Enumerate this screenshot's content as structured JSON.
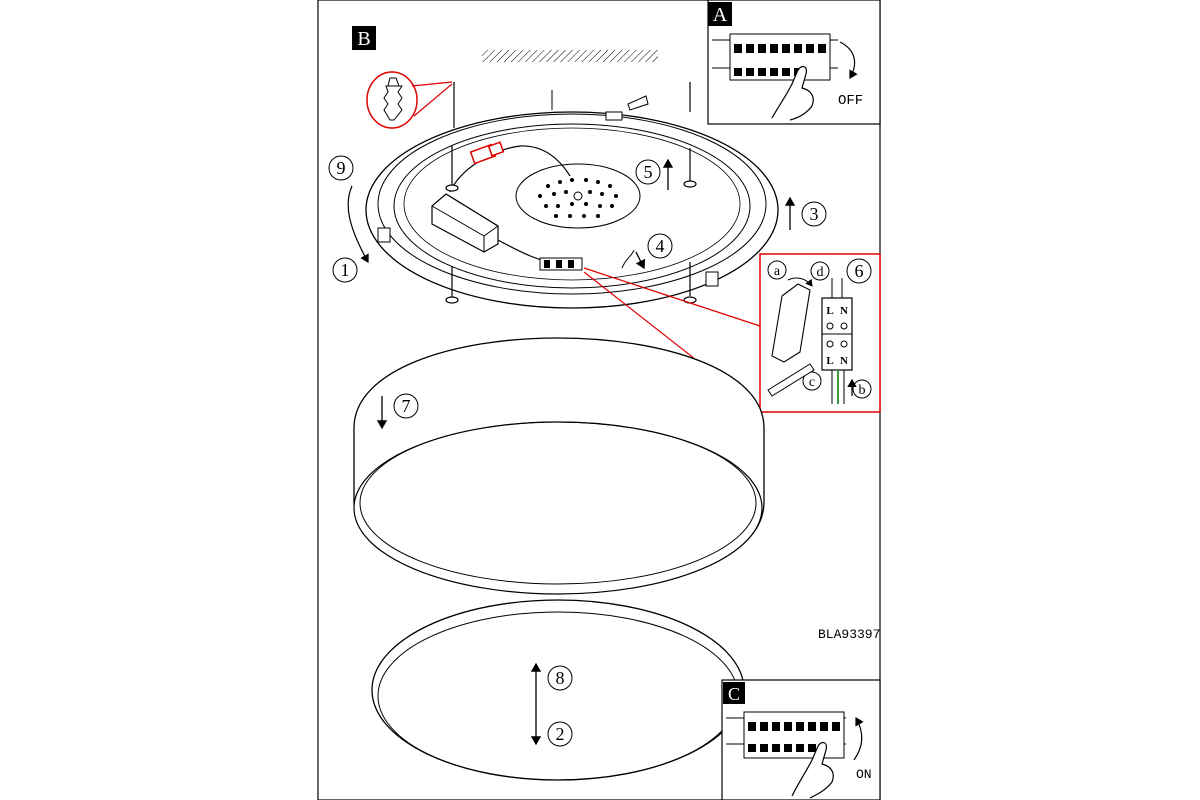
{
  "panels": {
    "main": {
      "tag": "B"
    },
    "off_panel": {
      "tag": "A",
      "caption": "OFF"
    },
    "on_panel": {
      "tag": "C",
      "caption": "ON"
    }
  },
  "steps": {
    "s1": "1",
    "s2": "2",
    "s3": "3",
    "s4": "4",
    "s5": "5",
    "s6": "6",
    "s7": "7",
    "s8": "8",
    "s9": "9"
  },
  "detail_steps": {
    "a": "a",
    "b": "b",
    "c": "c",
    "d": "d"
  },
  "terminal_labels": {
    "l_top": "L",
    "n_top": "N",
    "l_bottom": "L",
    "n_bottom": "N"
  },
  "model_code": "BLA93397",
  "colors": {
    "highlight": "#e00000",
    "line": "#000000",
    "wire_green": "#3c9a3c"
  },
  "icons": [
    "wall-plug-icon",
    "screw-icon",
    "hand-icon",
    "breaker-switch-icon",
    "rotate-arrow-icon"
  ]
}
